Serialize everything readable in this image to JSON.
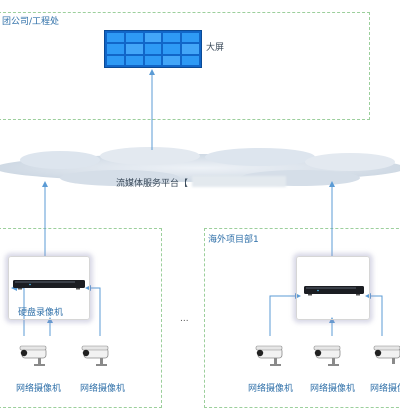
{
  "top_zone": {
    "label": "团公司/工程处"
  },
  "video_wall": {
    "label": "大屏"
  },
  "platform": {
    "label": "流媒体服务平台【"
  },
  "left_site": {
    "recorder_label": "硬盘录像机",
    "cameras": [
      "网络摄像机",
      "网络摄像机"
    ]
  },
  "ellipsis": "...",
  "right_site": {
    "label": "海外项目部1",
    "cameras": [
      "网络摄像机",
      "网络摄像机",
      "网络摄像机"
    ]
  },
  "colors": {
    "arrow": "#5b9bd5",
    "zone_border": "#9ccf9c",
    "screen": "#1e86e8",
    "cloud": "#dfe7f0"
  }
}
